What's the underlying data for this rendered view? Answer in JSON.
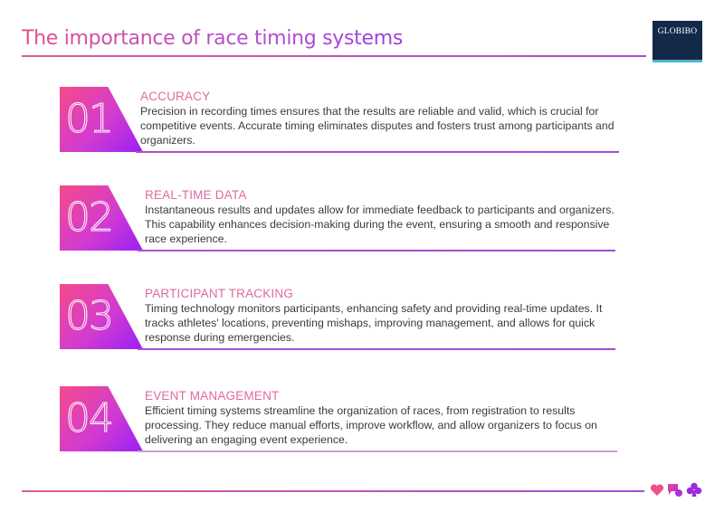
{
  "header": {
    "title": "The importance of race timing systems",
    "logo_text": "GLOBIBO"
  },
  "colors": {
    "accent_pink": "#e0508a",
    "accent_purple": "#9b3fe0",
    "logo_bg": "#13294a",
    "logo_stripe": "#4fb3cf",
    "heading_pink": "#e06aa0",
    "body_text": "#3a3a3a"
  },
  "items": [
    {
      "number": "01",
      "heading": "ACCURACY",
      "text": "Precision in recording times ensures that the results are reliable and valid, which is crucial for competitive events. Accurate timing eliminates disputes and fosters trust among participants and organizers."
    },
    {
      "number": "02",
      "heading": "REAL-TIME DATA",
      "text": "Instantaneous results and updates allow for immediate feedback to participants and organizers. This capability enhances decision-making during the event, ensuring a smooth and responsive race experience."
    },
    {
      "number": "03",
      "heading": "PARTICIPANT TRACKING",
      "text": "Timing technology monitors participants, enhancing safety and providing real-time updates. It tracks athletes' locations, preventing mishaps, improving management, and allows for quick response during emergencies."
    },
    {
      "number": "04",
      "heading": "EVENT MANAGEMENT",
      "text": "Efficient timing systems streamline the organization of races, from registration to results processing. They reduce manual efforts, improve workflow, and allow organizers to focus on delivering an engaging event experience."
    }
  ],
  "footer": {
    "icons": [
      "heart-icon",
      "chat-bubble-icon",
      "club-icon"
    ]
  }
}
